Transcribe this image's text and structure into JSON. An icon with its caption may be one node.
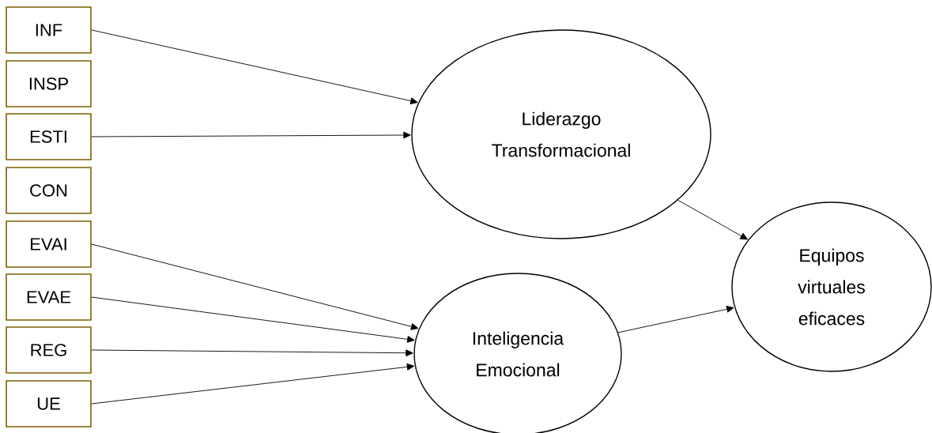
{
  "diagram": {
    "nodes": [
      {
        "text": [
          "INF"
        ]
      },
      {
        "text": [
          "INSP"
        ]
      },
      {
        "text": [
          "ESTI"
        ]
      },
      {
        "text": [
          "CON"
        ]
      },
      {
        "text": [
          "EVAI"
        ]
      },
      {
        "text": [
          "EVAE"
        ]
      },
      {
        "text": [
          "REG"
        ]
      },
      {
        "text": [
          "UE"
        ]
      },
      {
        "text": [
          "Liderazgo Transformacional"
        ]
      },
      {
        "text": [
          "Inteligencia Emocional"
        ]
      },
      {
        "text": [
          "Equipos virtuales eficaces"
        ]
      }
    ],
    "edges": [
      {
        "from": 0,
        "to": 8,
        "arrow": "to"
      },
      {
        "from": 2,
        "to": 8,
        "arrow": "to"
      },
      {
        "from": 4,
        "to": 9,
        "arrow": "to"
      },
      {
        "from": 5,
        "to": 9,
        "arrow": "to"
      },
      {
        "from": 6,
        "to": 9,
        "arrow": "to"
      },
      {
        "from": 7,
        "to": 9,
        "arrow": "to"
      },
      {
        "from": 8,
        "to": 10,
        "arrow": "to"
      },
      {
        "from": 9,
        "to": 10,
        "arrow": "to"
      }
    ]
  }
}
